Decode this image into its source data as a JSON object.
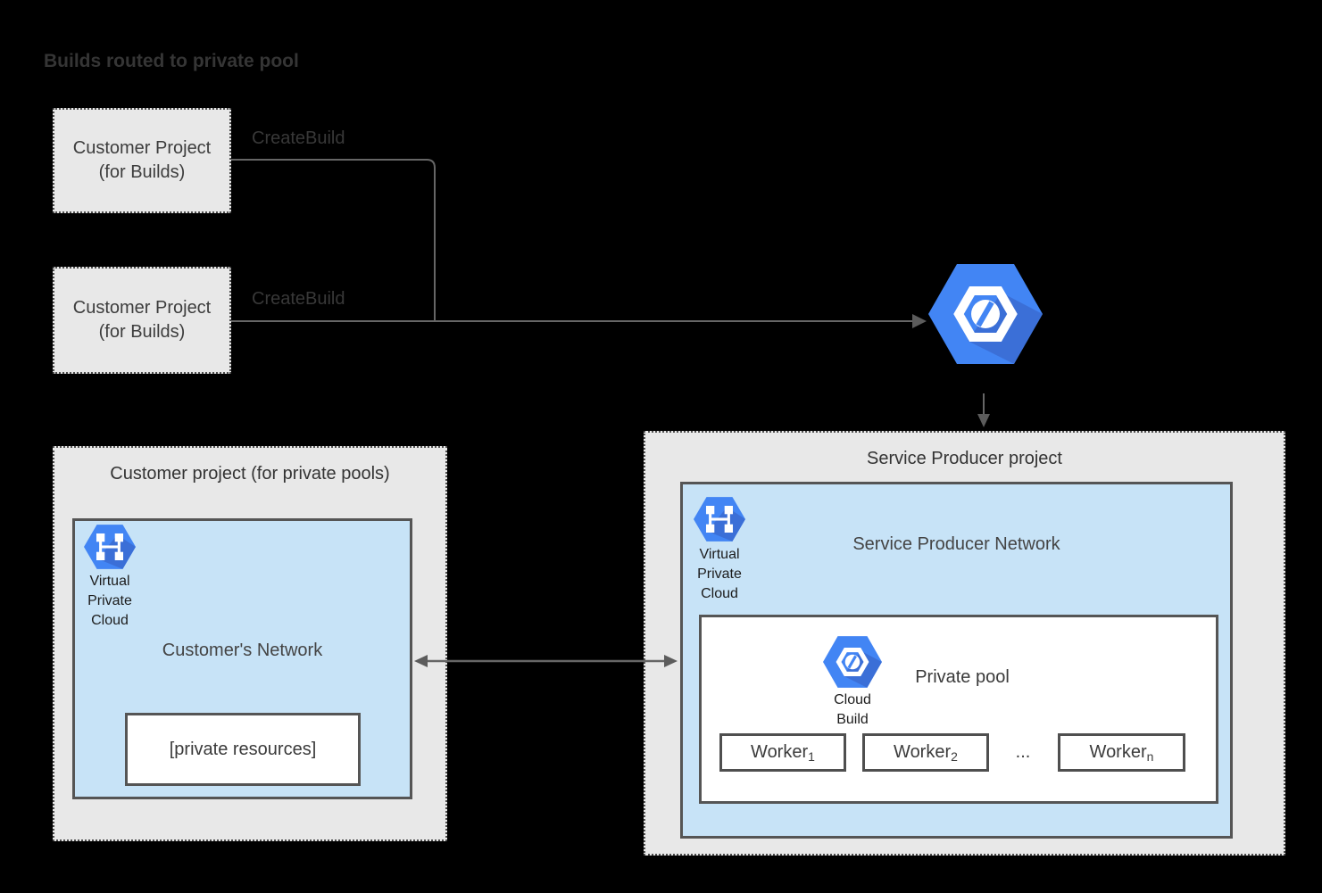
{
  "title": "Builds routed to private pool",
  "connectors": {
    "create_build_labels": [
      "CreateBuild",
      "CreateBuild"
    ]
  },
  "customer_build_project_1": {
    "label": "Customer Project\n(for Builds)"
  },
  "customer_build_project_2": {
    "label": "Customer Project\n(for Builds)"
  },
  "customer_pool_project": {
    "title": "Customer project (for private pools)",
    "vpc_caption": "Virtual\nPrivate\nCloud",
    "network": {
      "label": "Customer's Network",
      "private_resources_label": "[private resources]"
    }
  },
  "service_producer_project": {
    "title": "Service Producer project",
    "vpc_caption": "Virtual\nPrivate\nCloud",
    "network": {
      "label": "Service Producer Network",
      "pool": {
        "label": "Private pool",
        "cloud_build_caption": "Cloud\nBuild",
        "workers": [
          {
            "base": "Worker",
            "sub": "1"
          },
          {
            "base": "Worker",
            "sub": "2"
          },
          {
            "base": "Worker",
            "sub": "n"
          }
        ],
        "ellipsis": "..."
      }
    }
  },
  "icons": {
    "cloud_build": "cloud-build-icon",
    "vpc": "virtual-private-cloud-icon"
  },
  "colors": {
    "background": "#000000",
    "project_box_fill": "#e8e8e8",
    "network_box_fill": "#c7e3f7",
    "solid_border": "#555555",
    "dotted_border": "#4d4d4d",
    "hexagon_blue": "#4285f4",
    "hexagon_shadow": "#3b6fd7",
    "connector_gray": "#666666",
    "text_dark": "#3d3d3d"
  }
}
